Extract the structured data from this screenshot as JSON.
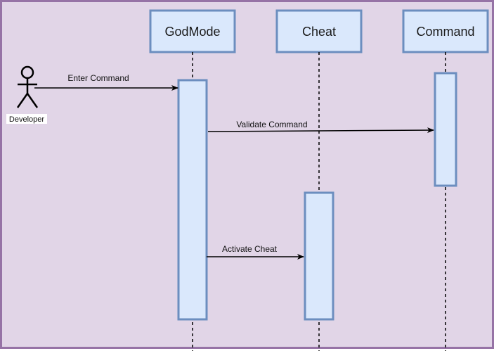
{
  "diagram": {
    "actor": {
      "label": "Developer"
    },
    "lifelines": [
      {
        "id": "godmode",
        "label": "GodMode"
      },
      {
        "id": "cheat",
        "label": "Cheat"
      },
      {
        "id": "command",
        "label": "Command"
      }
    ],
    "messages": [
      {
        "from": "Developer",
        "to": "GodMode",
        "label": "Enter Command"
      },
      {
        "from": "GodMode",
        "to": "Command",
        "label": "Validate Command"
      },
      {
        "from": "GodMode",
        "to": "Cheat",
        "label": "Activate Cheat"
      }
    ]
  }
}
